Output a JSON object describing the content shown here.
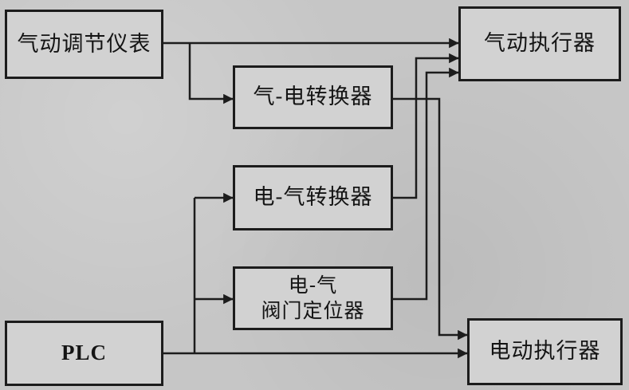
{
  "diagram": {
    "nodes": [
      {
        "id": "pneumatic-controller",
        "label": "气动调节仪表"
      },
      {
        "id": "pneumatic-actuator",
        "label": "气动执行器"
      },
      {
        "id": "pe-converter",
        "label": "气-电转换器"
      },
      {
        "id": "ep-converter",
        "label": "电-气转换器"
      },
      {
        "id": "ep-positioner",
        "label": "电-气\n阀门定位器"
      },
      {
        "id": "plc",
        "label": "PLC"
      },
      {
        "id": "electric-actuator",
        "label": "电动执行器"
      }
    ],
    "edges": [
      {
        "from": "pneumatic-controller",
        "to": "pneumatic-actuator"
      },
      {
        "from": "pneumatic-controller",
        "to": "pe-converter"
      },
      {
        "from": "pe-converter",
        "to": "electric-actuator"
      },
      {
        "from": "ep-converter",
        "to": "pneumatic-actuator"
      },
      {
        "from": "ep-positioner",
        "to": "pneumatic-actuator"
      },
      {
        "from": "plc",
        "to": "ep-converter"
      },
      {
        "from": "plc",
        "to": "ep-positioner"
      },
      {
        "from": "plc",
        "to": "electric-actuator"
      }
    ]
  }
}
